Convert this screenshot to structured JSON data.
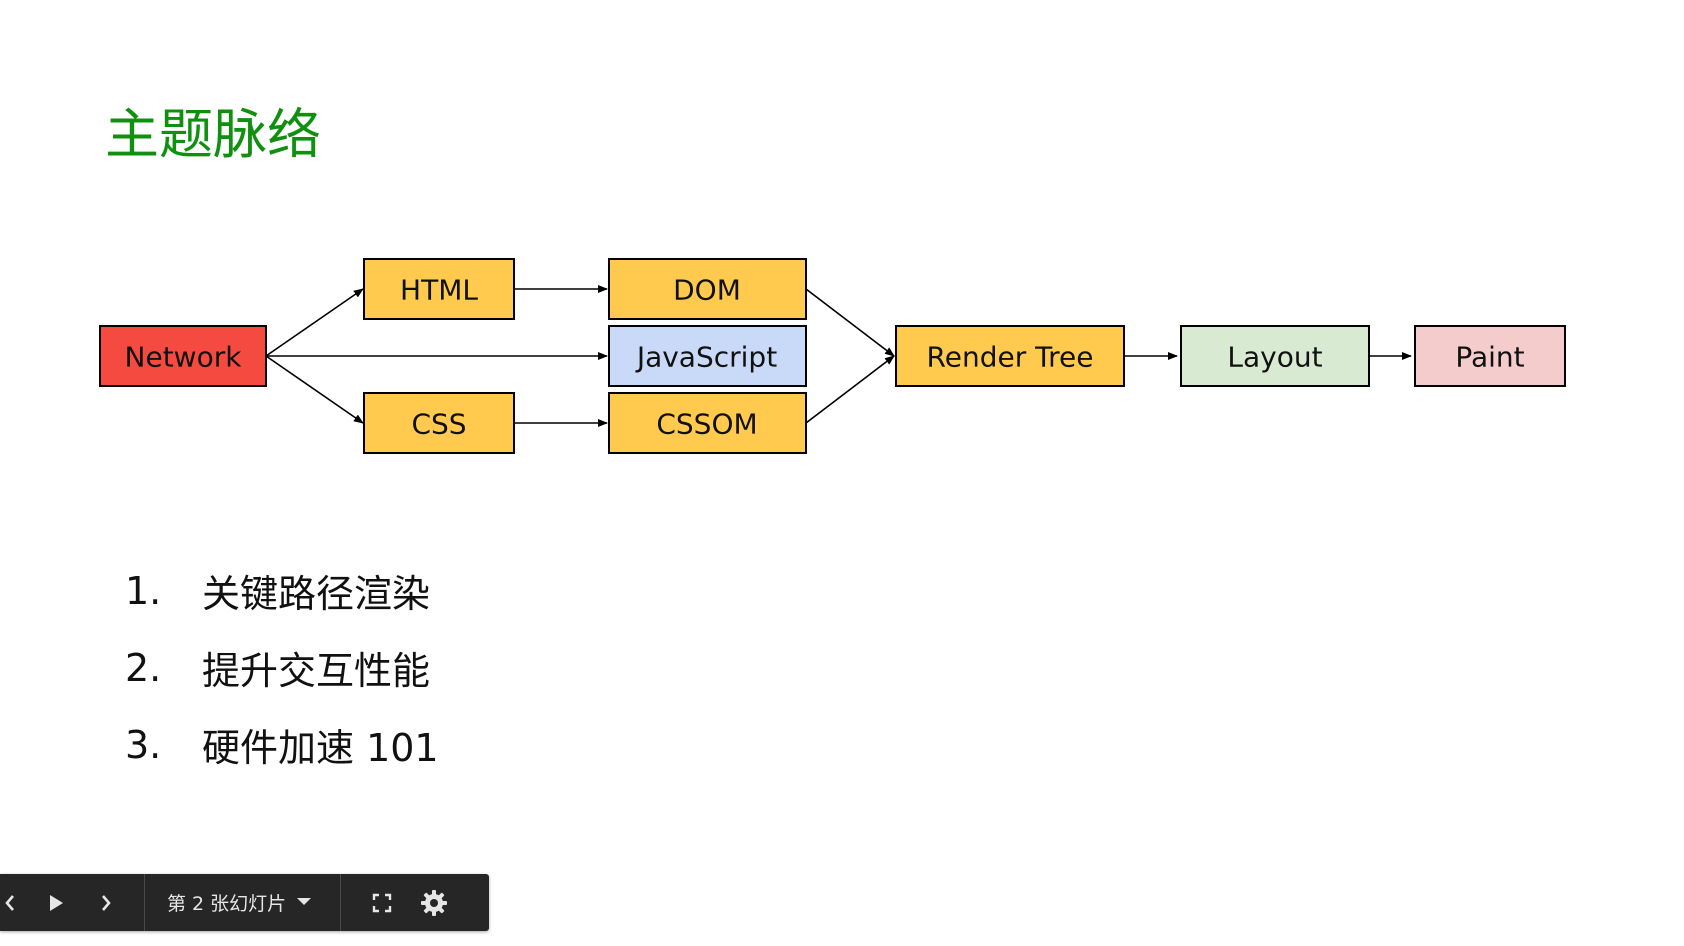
{
  "slide": {
    "title": "主题脉络",
    "title_color": "#10900f",
    "diagram": {
      "nodes": {
        "network": {
          "label": "Network",
          "fill": "#f44a40"
        },
        "html": {
          "label": "HTML",
          "fill": "#ffca4d"
        },
        "css": {
          "label": "CSS",
          "fill": "#ffca4d"
        },
        "dom": {
          "label": "DOM",
          "fill": "#ffca4d"
        },
        "javascript": {
          "label": "JavaScript",
          "fill": "#c9daf8"
        },
        "cssom": {
          "label": "CSSOM",
          "fill": "#ffca4d"
        },
        "render_tree": {
          "label": "Render Tree",
          "fill": "#ffca4d"
        },
        "layout": {
          "label": "Layout",
          "fill": "#d9ead3"
        },
        "paint": {
          "label": "Paint",
          "fill": "#f4cccc"
        }
      },
      "edges": [
        [
          "Network",
          "HTML"
        ],
        [
          "Network",
          "JavaScript"
        ],
        [
          "Network",
          "CSS"
        ],
        [
          "HTML",
          "DOM"
        ],
        [
          "CSS",
          "CSSOM"
        ],
        [
          "DOM",
          "Render Tree"
        ],
        [
          "CSSOM",
          "Render Tree"
        ],
        [
          "Render Tree",
          "Layout"
        ],
        [
          "Layout",
          "Paint"
        ]
      ]
    },
    "topics": [
      {
        "number": "1.",
        "text": "关键路径渲染"
      },
      {
        "number": "2.",
        "text": "提升交互性能"
      },
      {
        "number": "3.",
        "text": "硬件加速 101"
      }
    ]
  },
  "controls": {
    "slide_indicator": "第 2 张幻灯片",
    "icons": {
      "previous": "chevron-left-icon",
      "play": "play-icon",
      "next": "chevron-right-icon",
      "dropdown": "caret-down-icon",
      "fullscreen": "fullscreen-icon",
      "settings": "gear-icon"
    }
  }
}
